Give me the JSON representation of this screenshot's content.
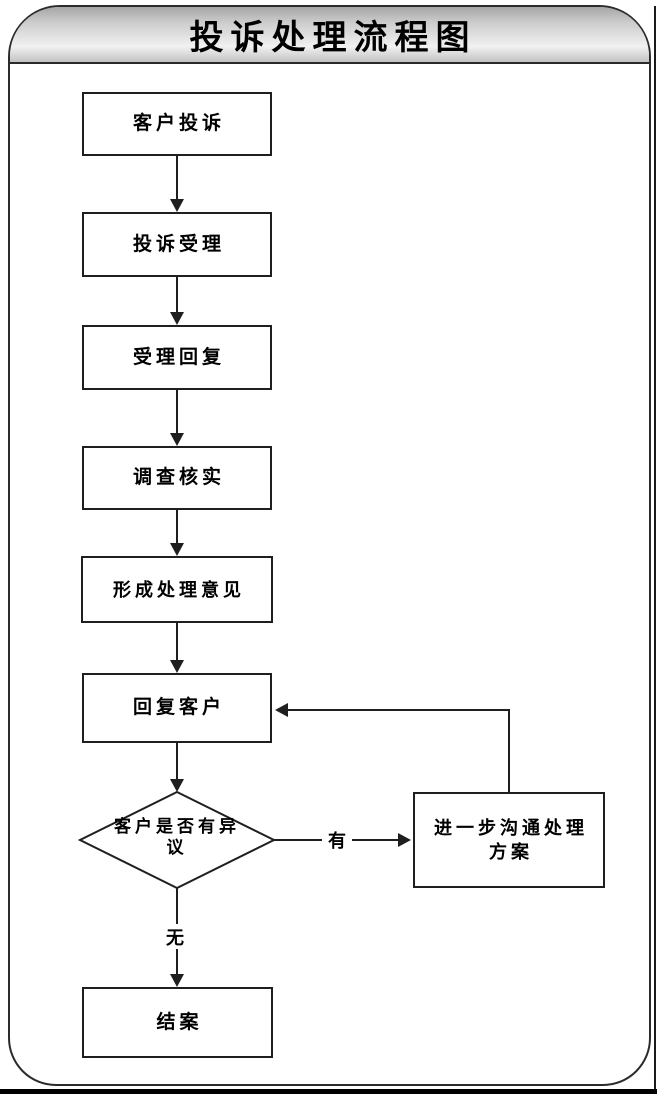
{
  "title": "投诉处理流程图",
  "flowchart": {
    "nodes": [
      {
        "id": "n1",
        "type": "process",
        "label": "客户投诉"
      },
      {
        "id": "n2",
        "type": "process",
        "label": "投诉受理"
      },
      {
        "id": "n3",
        "type": "process",
        "label": "受理回复"
      },
      {
        "id": "n4",
        "type": "process",
        "label": "调查核实"
      },
      {
        "id": "n5",
        "type": "process",
        "label": "形成处理意见"
      },
      {
        "id": "n6",
        "type": "process",
        "label": "回复客户"
      },
      {
        "id": "d1",
        "type": "decision",
        "label": "客户是否有异议"
      },
      {
        "id": "n7",
        "type": "process",
        "label": "进一步沟通处理方案"
      },
      {
        "id": "n8",
        "type": "process",
        "label": "结案"
      }
    ],
    "edges": [
      {
        "from": "客户投诉",
        "to": "投诉受理"
      },
      {
        "from": "投诉受理",
        "to": "受理回复"
      },
      {
        "from": "受理回复",
        "to": "调查核实"
      },
      {
        "from": "调查核实",
        "to": "形成处理意见"
      },
      {
        "from": "形成处理意见",
        "to": "回复客户"
      },
      {
        "from": "回复客户",
        "to": "客户是否有异议"
      },
      {
        "from": "客户是否有异议",
        "to": "进一步沟通处理方案",
        "label": "有"
      },
      {
        "from": "客户是否有异议",
        "to": "结案",
        "label": "无"
      },
      {
        "from": "进一步沟通处理方案",
        "to": "回复客户"
      }
    ],
    "edge_labels": {
      "yes": "有",
      "no": "无"
    },
    "colors": {
      "line": "#1f1f1f",
      "node_fill": "#ffffff",
      "band_dark": "#a6a6a6",
      "band_light": "#f1f1f1",
      "frame_border": "#2b2b2b"
    }
  }
}
